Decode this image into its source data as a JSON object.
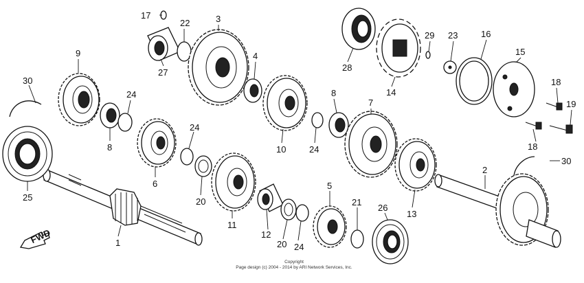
{
  "diagram": {
    "callouts": [
      {
        "id": "c17",
        "text": "17"
      },
      {
        "id": "c22",
        "text": "22"
      },
      {
        "id": "c3",
        "text": "3"
      },
      {
        "id": "c27",
        "text": "27"
      },
      {
        "id": "c4",
        "text": "4"
      },
      {
        "id": "c9",
        "text": "9"
      },
      {
        "id": "c30a",
        "text": "30"
      },
      {
        "id": "c24a",
        "text": "24"
      },
      {
        "id": "c8a",
        "text": "8"
      },
      {
        "id": "c24b",
        "text": "24"
      },
      {
        "id": "c6",
        "text": "6"
      },
      {
        "id": "c20a",
        "text": "20"
      },
      {
        "id": "c25",
        "text": "25"
      },
      {
        "id": "c11",
        "text": "11"
      },
      {
        "id": "c1",
        "text": "1"
      },
      {
        "id": "c28",
        "text": "28"
      },
      {
        "id": "c14",
        "text": "14"
      },
      {
        "id": "c29",
        "text": "29"
      },
      {
        "id": "c23",
        "text": "23"
      },
      {
        "id": "c16",
        "text": "16"
      },
      {
        "id": "c15",
        "text": "15"
      },
      {
        "id": "c8b",
        "text": "8"
      },
      {
        "id": "c7",
        "text": "7"
      },
      {
        "id": "c10",
        "text": "10"
      },
      {
        "id": "c24c",
        "text": "24"
      },
      {
        "id": "c18a",
        "text": "18"
      },
      {
        "id": "c19",
        "text": "19"
      },
      {
        "id": "c18b",
        "text": "18"
      },
      {
        "id": "c2",
        "text": "2"
      },
      {
        "id": "c30b",
        "text": "30"
      },
      {
        "id": "c13",
        "text": "13"
      },
      {
        "id": "c5",
        "text": "5"
      },
      {
        "id": "c21",
        "text": "21"
      },
      {
        "id": "c26",
        "text": "26"
      },
      {
        "id": "c12",
        "text": "12"
      },
      {
        "id": "c20b",
        "text": "20"
      },
      {
        "id": "c24d",
        "text": "24"
      }
    ],
    "fwd_label": "FWD",
    "copyright_line1": "Copyright",
    "copyright_line2": "Page design (c) 2004 - 2014 by ARI Network Services, Inc."
  }
}
